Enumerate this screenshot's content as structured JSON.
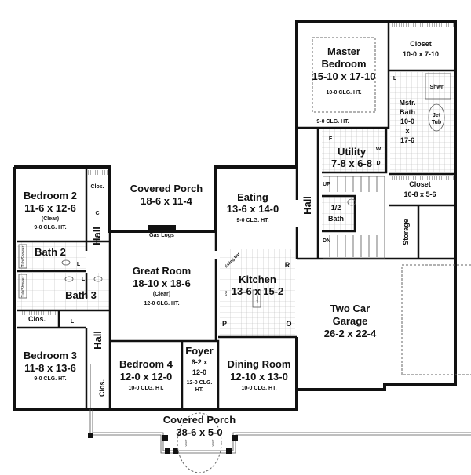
{
  "plan": {
    "master_bedroom": {
      "name1": "Master",
      "name2": "Bedroom",
      "size": "15-10 x 17-10",
      "clg": "10-0 CLG. HT.",
      "clg2": "9-0 CLG. HT."
    },
    "closet_master": {
      "name": "Closet",
      "size": "10-0 x 7-10"
    },
    "master_bath": {
      "name1": "Mstr.",
      "name2": "Bath",
      "size1": "10-0",
      "size2": "x",
      "size3": "17-6",
      "shower": "Shwr",
      "tub1": "Jet",
      "tub2": "Tub",
      "lav": "L"
    },
    "utility": {
      "name": "Utility",
      "size": "7-8 x 6-8",
      "freezer": "F",
      "washer": "W",
      "dryer": "D"
    },
    "closet_2": {
      "name": "Closet",
      "size": "10-8 x 5-6"
    },
    "hall_main": "Hall",
    "stairs": {
      "up": "UP",
      "down": "DN"
    },
    "half_bath": {
      "name1": "1/2",
      "name2": "Bath"
    },
    "storage": "Storage",
    "garage": {
      "name1": "Two Car",
      "name2": "Garage",
      "size": "26-2 x 22-4"
    },
    "covered_porch_rear": {
      "name": "Covered Porch",
      "size": "18-6 x 11-4",
      "fireplace": "Gas Logs"
    },
    "eating": {
      "name": "Eating",
      "size": "13-6 x 14-0",
      "clg": "9-0 CLG. HT."
    },
    "bedroom2": {
      "name": "Bedroom 2",
      "size": "11-6 x 12-6",
      "note": "(Clear)",
      "clg": "9-0 CLG. HT.",
      "closet": "Clos.",
      "c": "C",
      "hall": "Hall"
    },
    "bath2": {
      "name": "Bath 2",
      "tub": "Tub/Shower",
      "lav": "L"
    },
    "bath3": {
      "name": "Bath 3",
      "tub": "Tub/Shower",
      "lav": "L",
      "lav2": "L",
      "closet": "Clos."
    },
    "great_room": {
      "name": "Great Room",
      "size": "18-10 x 18-6",
      "note": "(Clear)",
      "clg": "12-0 CLG. HT."
    },
    "kitchen": {
      "name": "Kitchen",
      "size": "13-6 x 15-2",
      "bar": "Eating Bar",
      "island": "Island",
      "fridge": "R",
      "pantry": "P",
      "oven": "O",
      "dw": "DW"
    },
    "bedroom3": {
      "name": "Bedroom 3",
      "size": "11-8 x 13-6",
      "clg": "9-0 CLG. HT.",
      "hall": "Hall",
      "closet": "Clos."
    },
    "bedroom4": {
      "name": "Bedroom 4",
      "size": "12-0 x 12-0",
      "clg": "10-0 CLG. HT."
    },
    "foyer": {
      "name": "Foyer",
      "size1": "6-2 x",
      "size2": "12-0",
      "clg1": "12-0 CLG.",
      "clg2": "HT."
    },
    "dining": {
      "name": "Dining Room",
      "size": "12-10 x 13-0",
      "clg": "10-0 CLG. HT."
    },
    "covered_porch_front": {
      "name": "Covered Porch",
      "size": "38-6 x 5-0",
      "vault": "VAULT"
    }
  }
}
